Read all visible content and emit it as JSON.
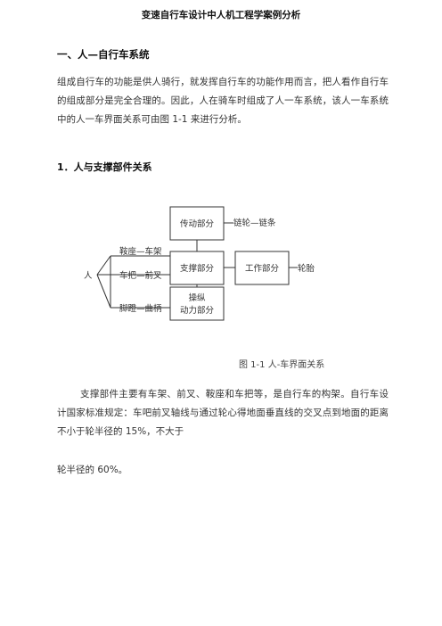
{
  "header": {
    "title": "变速自行车设计中人机工程学案例分析"
  },
  "section1": {
    "heading": "一、人—自行车系统",
    "paragraph": "组成自行车的功能是供人骑行，就发挥自行车的功能作用而言，把人看作自行车的组成部分是完全合理的。因此，人在骑车时组成了人一车系统，该人一车系统中的人一车界面关系可由图 1-1 来进行分析。"
  },
  "section2": {
    "heading": "1．人与支撑部件关系"
  },
  "diagram": {
    "person": "人",
    "box_transmission": "传动部分",
    "box_support": "支撑部分",
    "box_work": "工作部分",
    "box_power_line1": "操纵",
    "box_power_line2": "动力部分",
    "label_chain": "链轮—链条",
    "label_saddle": "鞍座—车架",
    "label_handlebar": "车把—前叉",
    "label_pedal": "脚蹬—曲柄",
    "label_wheel": "轮胎"
  },
  "figure": {
    "caption": "图 1-1  人-车界面关系"
  },
  "paragraph2": "支撑部件主要有车架、前叉、鞍座和车把等，是自行车的构架。自行车设计国家标准规定：车吧前叉轴线与通过轮心得地面垂直线的交叉点到地面的距离不小于轮半径的 15%，不大于",
  "paragraph3": "轮半径的 60%。"
}
